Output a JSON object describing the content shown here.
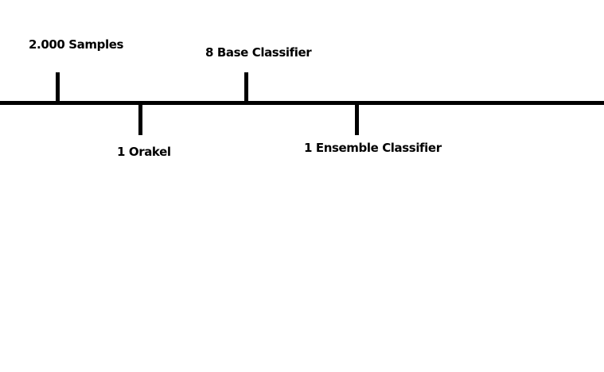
{
  "diagram": {
    "type": "timeline",
    "line_color": "#000000",
    "background": "#ffffff",
    "milestones": [
      {
        "label": "2.000 Samples",
        "side": "above"
      },
      {
        "label": "1 Orakel",
        "side": "below"
      },
      {
        "label": "8 Base Classifier",
        "side": "above"
      },
      {
        "label": "1 Ensemble Classifier",
        "side": "below"
      }
    ]
  }
}
